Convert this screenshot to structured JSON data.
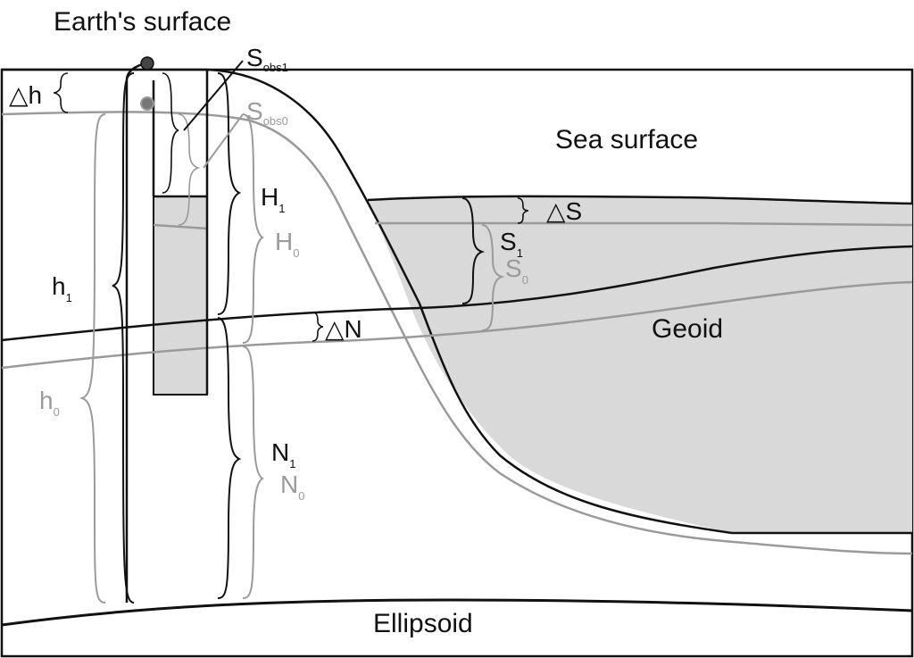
{
  "colors": {
    "black": "#111111",
    "gray_line": "#9a9a9a",
    "sea_fill": "#d9d9d9",
    "background": "#ffffff"
  },
  "labels": {
    "earth_surface": "Earth's surface",
    "sea_surface": "Sea surface",
    "geoid": "Geoid",
    "ellipsoid": "Ellipsoid",
    "delta_h": "△h",
    "delta_s": "△S",
    "delta_n": "△N",
    "h1": {
      "main": "h",
      "sub": "1"
    },
    "h0": {
      "main": "h",
      "sub": "0"
    },
    "H1": {
      "main": "H",
      "sub": "1"
    },
    "H0": {
      "main": "H",
      "sub": "0"
    },
    "N1": {
      "main": "N",
      "sub": "1"
    },
    "N0": {
      "main": "N",
      "sub": "0"
    },
    "S1": {
      "main": "S",
      "sub": "1"
    },
    "S0": {
      "main": "S",
      "sub": "0"
    },
    "Sobs1": {
      "main": "S",
      "sub": "obs1"
    },
    "Sobs0": {
      "main": "S",
      "sub": "obs0"
    }
  }
}
